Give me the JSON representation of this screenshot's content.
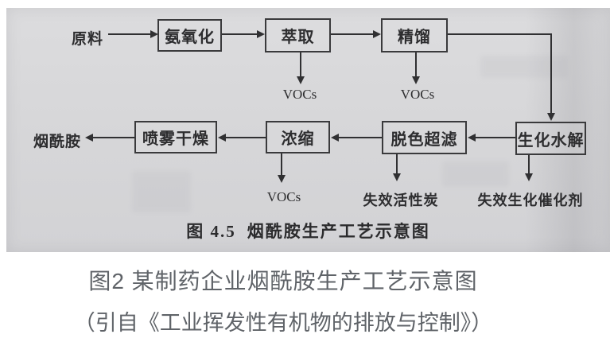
{
  "figure": {
    "scan_caption": {
      "label": "图 4.5",
      "title": "烟酰胺生产工艺示意图"
    },
    "flow": {
      "input": "原料",
      "product": "烟酰胺",
      "steps": {
        "ammoxidation": "氨氧化",
        "extraction": "萃取",
        "distillation": "精馏",
        "biochemical_hydrolysis": "生化水解",
        "decolorization_ultrafiltration": "脱色超滤",
        "concentration": "浓缩",
        "spray_drying": "喷雾干燥"
      },
      "byproducts": {
        "extraction_voc": "VOCs",
        "distillation_voc": "VOCs",
        "concentration_voc": "VOCs",
        "spent_activated_carbon": "失效活性炭",
        "spent_biocatalyst": "失效生化催化剂"
      }
    }
  },
  "captions": {
    "line1": "图2 某制药企业烟酰胺生产工艺示意图",
    "line2": "（引自《工业挥发性有机物的排放与控制》）"
  },
  "colors": {
    "scan_background": "#d7d7d9",
    "diagram_ink": "#303032",
    "caption_text": "#5f6368",
    "page_background": "#ffffff"
  }
}
